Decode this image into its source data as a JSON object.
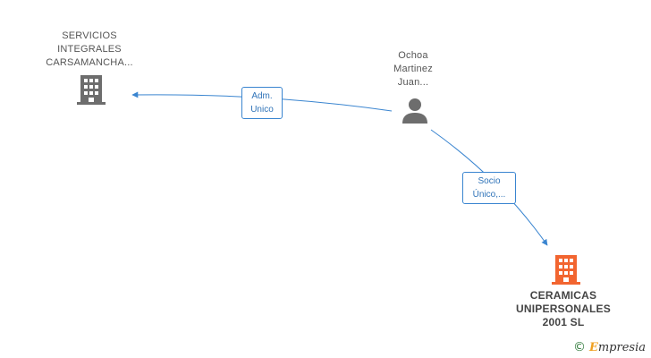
{
  "nodes": {
    "servicios": {
      "lines": [
        "SERVICIOS",
        "INTEGRALES",
        "CARSAMANCHA..."
      ],
      "icon": "building-icon",
      "color": "#6d6d6d"
    },
    "ochoa": {
      "lines": [
        "Ochoa",
        "Martinez",
        "Juan..."
      ],
      "icon": "person-icon",
      "color": "#6d6d6d"
    },
    "ceramicas": {
      "lines": [
        "CERAMICAS",
        "UNIPERSONALES",
        "2001 SL"
      ],
      "icon": "building-icon",
      "color": "#f26530"
    }
  },
  "edges": {
    "adm": {
      "lines": [
        "Adm.",
        "Unico"
      ]
    },
    "socio": {
      "lines": [
        "Socio",
        "Único,..."
      ]
    }
  },
  "colors": {
    "edge": "#3a85d0"
  },
  "watermark": {
    "symbol": "©",
    "initial": "E",
    "rest": "mpresia"
  }
}
